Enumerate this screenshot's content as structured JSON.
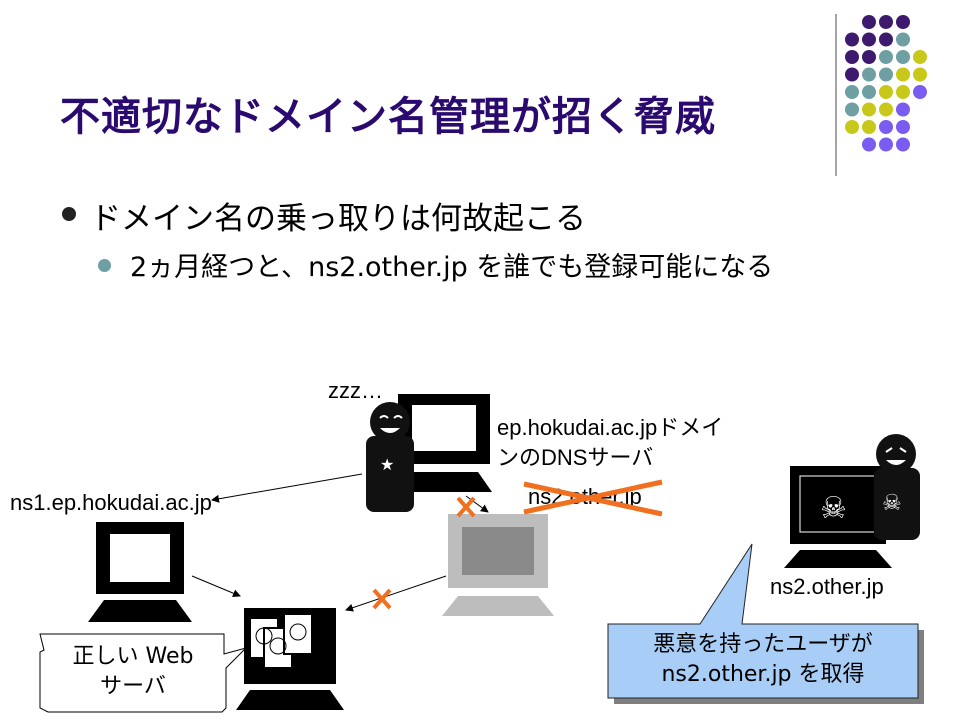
{
  "slide": {
    "title": "不適切なドメイン名管理が招く脅威",
    "bullet1": "ドメイン名の乗っ取りは何故起こる",
    "bullet2": "2ヵ月経つと、ns2.other.jp を誰でも登録可能になる"
  },
  "diagram": {
    "sleeping_label": "zzz…",
    "dns_server_label_line1": "ep.hokudai.ac.jpドメイ",
    "dns_server_label_line2": "ンのDNSサーバ",
    "ns1_label": "ns1.ep.hokudai.ac.jp",
    "ns2_struck_label": "ns2.other.jp",
    "ns2_attacker_label": "ns2.other.jp",
    "web_server_callout_line1": "正しい Web",
    "web_server_callout_line2": "サーバ",
    "attacker_callout_line1": "悪意を持ったユーザが",
    "attacker_callout_line2": "ns2.other.jp を取得"
  },
  "colors": {
    "title": "#2a0a6e",
    "dot_purple": "#3d1a6e",
    "dot_teal": "#6e9fa3",
    "dot_yellow": "#c8c81a",
    "dot_violet": "#7b5cf0",
    "cross": "#f07020",
    "callout_blue": "#a8cef8"
  }
}
